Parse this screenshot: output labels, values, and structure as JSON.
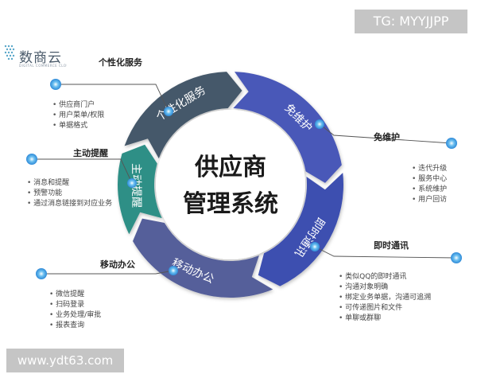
{
  "watermarks": {
    "top": "TG: MYYJJPP",
    "bottom": "www.ydt63.com"
  },
  "logo": {
    "text": "数商云",
    "subtitle": "DIGITAL COMMERCE CLOUD"
  },
  "center": {
    "line1": "供应商",
    "line2": "管理系统"
  },
  "segments": [
    {
      "id": "personalized",
      "label": "个性化服务",
      "color": "#45596b"
    },
    {
      "id": "maintenance",
      "label": "免维护",
      "color": "#4a58b8"
    },
    {
      "id": "instant",
      "label": "即时通讯",
      "color": "#3e4fb0"
    },
    {
      "id": "mobile",
      "label": "移动办公",
      "color": "#555f9a"
    },
    {
      "id": "reminder",
      "label": "主动提醒",
      "color": "#2f8f86"
    }
  ],
  "callouts": {
    "personalized": {
      "title": "个性化服务",
      "items": [
        "供应商门户",
        "用户菜单/权限",
        "单据格式"
      ]
    },
    "reminder": {
      "title": "主动提醒",
      "items": [
        "消息和提醒",
        "预警功能",
        "通过消息链接到对应业务"
      ]
    },
    "mobile": {
      "title": "移动办公",
      "items": [
        "微信提醒",
        "扫码登录",
        "业务处理/审批",
        "报表查询"
      ]
    },
    "maintenance": {
      "title": "免维护",
      "items": [
        "迭代升级",
        "服务中心",
        "系统维护",
        "用户回访"
      ]
    },
    "instant": {
      "title": "即时通讯",
      "items": [
        "类似QQ的即时通讯",
        "沟通对象明确",
        "绑定业务单据，沟通可追溯",
        "可传递图片和文件",
        "单聊或群聊"
      ]
    }
  },
  "accent_dot_color": "#4aa8e8"
}
